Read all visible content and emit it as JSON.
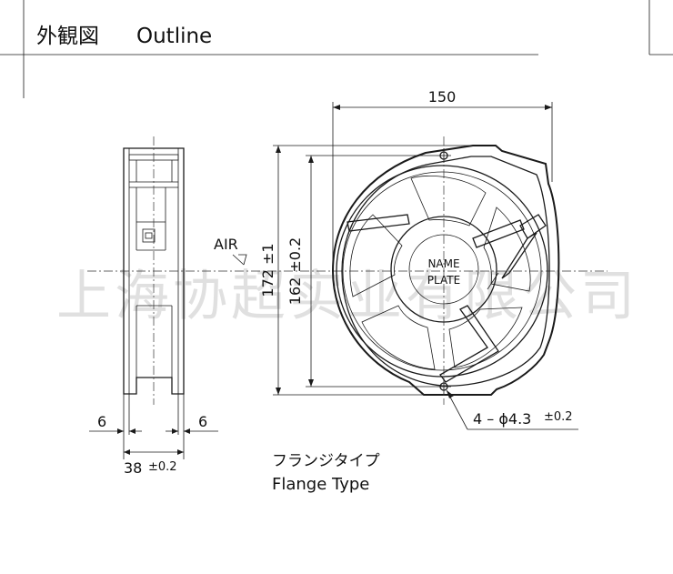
{
  "header": {
    "title_jp": "外観図",
    "title_en": "Outline"
  },
  "dimensions": {
    "width": "150",
    "height_outer": "172 ±1",
    "height_inner": "162 ±0.2",
    "flange_left": "6",
    "flange_right": "6",
    "depth": "38",
    "depth_tol": "±0.2",
    "hole_prefix": "4 – ϕ4.3",
    "hole_tol": "±0.2"
  },
  "labels": {
    "air": "AIR",
    "nameplate_line1": "NAME",
    "nameplate_line2": "PLATE",
    "type_jp": "フランジタイプ",
    "type_en": "Flange Type"
  },
  "watermark": "上海协超实业有限公司",
  "icons": [
    "air-flow-arrow-icon",
    "mounting-hole-icon"
  ],
  "colors": {
    "line": "#1a1a1a",
    "watermark": "#d6d6d6",
    "background": "#ffffff"
  }
}
